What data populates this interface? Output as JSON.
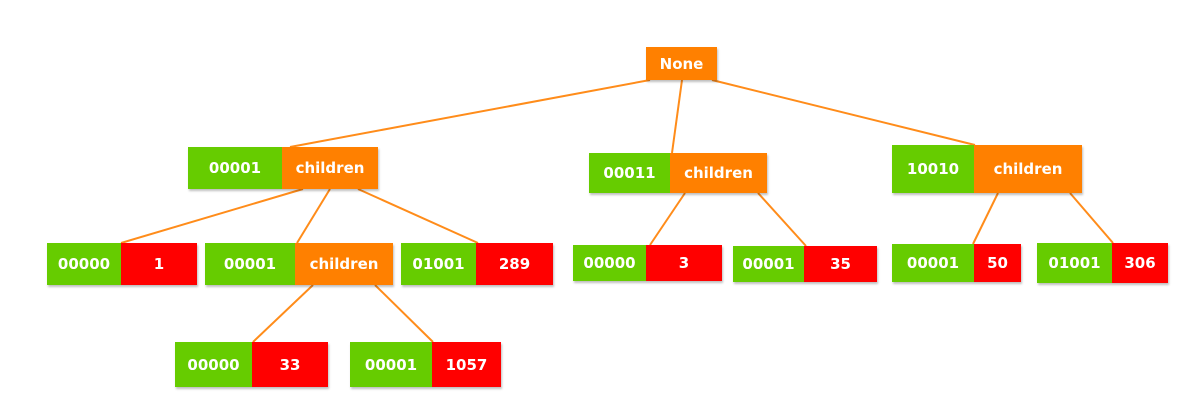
{
  "colors": {
    "key": "#66cc00",
    "children": "#ff8000",
    "value": "#ff0000",
    "edge": "#ff8c1a"
  },
  "root": {
    "label": "None"
  },
  "nodes": {
    "n1": {
      "key": "00001",
      "right": "children"
    },
    "n2": {
      "key": "00011",
      "right": "children"
    },
    "n3": {
      "key": "10010",
      "right": "children"
    },
    "n1a": {
      "key": "00000",
      "right": "1"
    },
    "n1b": {
      "key": "00001",
      "right": "children"
    },
    "n1c": {
      "key": "01001",
      "right": "289"
    },
    "n1b1": {
      "key": "00000",
      "right": "33"
    },
    "n1b2": {
      "key": "00001",
      "right": "1057"
    },
    "n2a": {
      "key": "00000",
      "right": "3"
    },
    "n2b": {
      "key": "00001",
      "right": "35"
    },
    "n3a": {
      "key": "00001",
      "right": "50"
    },
    "n3b": {
      "key": "01001",
      "right": "306"
    }
  }
}
